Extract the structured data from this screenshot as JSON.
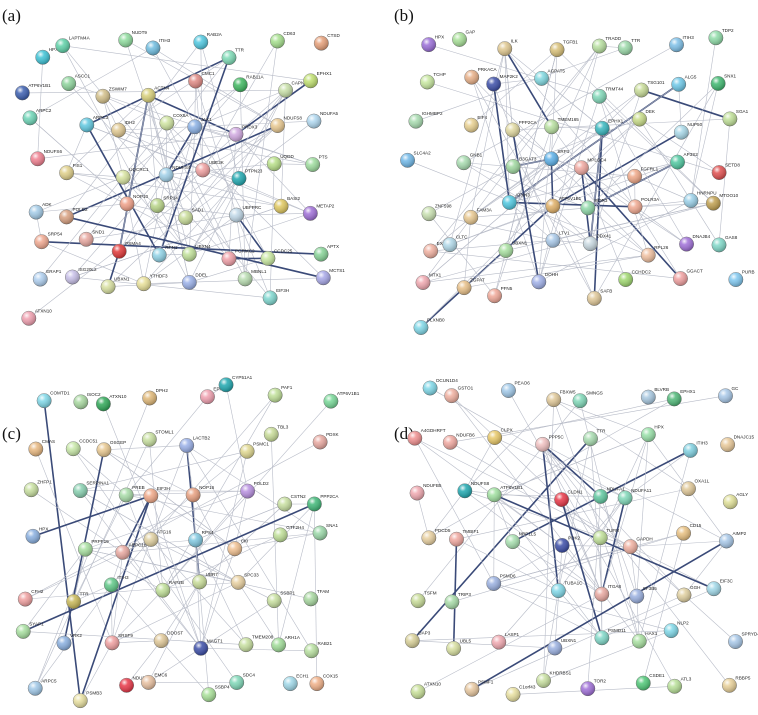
{
  "panels": [
    {
      "id": "a",
      "label": "(a)",
      "nodes": [
        {
          "name": "HPX",
          "color": "#3ec3d6"
        },
        {
          "name": "LAPTM4A",
          "color": "#5fd1a8"
        },
        {
          "name": "NUDT9",
          "color": "#8fdc9e"
        },
        {
          "name": "ITIH3",
          "color": "#6fbde0"
        },
        {
          "name": "RAB2A",
          "color": "#50c8e0"
        },
        {
          "name": "TTR",
          "color": "#7edbb6"
        },
        {
          "name": "CD63",
          "color": "#a6e08e"
        },
        {
          "name": "CTSD",
          "color": "#e6a07a"
        },
        {
          "name": "ATP6V1B1",
          "color": "#3c5fb0"
        },
        {
          "name": "ASCC1",
          "color": "#8ed49c"
        },
        {
          "name": "ZSWIM7",
          "color": "#d3c08a"
        },
        {
          "name": "ACTN4",
          "color": "#d8d07a"
        },
        {
          "name": "CMC1",
          "color": "#e08a84"
        },
        {
          "name": "RAB11A",
          "color": "#40b860"
        },
        {
          "name": "CAPNS1",
          "color": "#c8e0a8"
        },
        {
          "name": "EPHX1",
          "color": "#c0e070"
        },
        {
          "name": "ARPC2",
          "color": "#6fd6b8"
        },
        {
          "name": "ARPC3",
          "color": "#60c8e0"
        },
        {
          "name": "IDH2",
          "color": "#e0c890"
        },
        {
          "name": "COX5A",
          "color": "#cfe4a0"
        },
        {
          "name": "JAK1",
          "color": "#8ab0e4"
        },
        {
          "name": "PRDX3",
          "color": "#d0a8e0"
        },
        {
          "name": "NDUFS8",
          "color": "#e8c890"
        },
        {
          "name": "NDUFA5",
          "color": "#b0d8f0"
        },
        {
          "name": "NDUFS6",
          "color": "#f08090"
        },
        {
          "name": "FIS1",
          "color": "#e0d08a"
        },
        {
          "name": "UQCRC1",
          "color": "#d8e4a0"
        },
        {
          "name": "NDUFS4",
          "color": "#a0d0e8"
        },
        {
          "name": "UBE2K",
          "color": "#f0a0a0"
        },
        {
          "name": "PTPN23",
          "color": "#20a8b0"
        },
        {
          "name": "UQDD",
          "color": "#b8e088"
        },
        {
          "name": "PTS",
          "color": "#9edc9e"
        },
        {
          "name": "ADK",
          "color": "#a4cce8"
        },
        {
          "name": "POLD2",
          "color": "#d8a080"
        },
        {
          "name": "NOP10",
          "color": "#f0a088"
        },
        {
          "name": "SRP14",
          "color": "#b8d488"
        },
        {
          "name": "SAD1",
          "color": "#c8dc98"
        },
        {
          "name": "UBFPRC",
          "color": "#c0d8e8"
        },
        {
          "name": "BASI2",
          "color": "#e0c860"
        },
        {
          "name": "METAP2",
          "color": "#a070d8"
        },
        {
          "name": "SRP54",
          "color": "#f0a890"
        },
        {
          "name": "SND1",
          "color": "#e8a8a0"
        },
        {
          "name": "PSMA4",
          "color": "#e03838"
        },
        {
          "name": "RPN1",
          "color": "#8fd2e6"
        },
        {
          "name": "UBXN4",
          "color": "#c0e098"
        },
        {
          "name": "PGRMC2",
          "color": "#f0a0a8"
        },
        {
          "name": "CCDC25",
          "color": "#c8e8a0"
        },
        {
          "name": "APTX",
          "color": "#88d498"
        },
        {
          "name": "ERAP1",
          "color": "#b0d0f0"
        },
        {
          "name": "ISG20L2",
          "color": "#c8c0e8"
        },
        {
          "name": "UBXN1",
          "color": "#d8e0a0"
        },
        {
          "name": "YTHDF3",
          "color": "#e8e098"
        },
        {
          "name": "DDEL",
          "color": "#9ab0e8"
        },
        {
          "name": "MBNL1",
          "color": "#b8dcb0"
        },
        {
          "name": "EIF3H",
          "color": "#80d8d0"
        },
        {
          "name": "MCTS1",
          "color": "#a8a8e8"
        },
        {
          "name": "ATXN10",
          "color": "#f0a0b0"
        }
      ]
    },
    {
      "id": "b",
      "label": "(b)",
      "nodes": [
        {
          "name": "HPX",
          "color": "#9a6ed8"
        },
        {
          "name": "GAP",
          "color": "#a8e098"
        },
        {
          "name": "ILK",
          "color": "#e0c890"
        },
        {
          "name": "TGFB1",
          "color": "#d8c078"
        },
        {
          "name": "TRADD",
          "color": "#b8e0a0"
        },
        {
          "name": "TTR",
          "color": "#9ad8a8"
        },
        {
          "name": "ITIH3",
          "color": "#7ec0e8"
        },
        {
          "name": "TDP2",
          "color": "#8fdca8"
        },
        {
          "name": "TCHP",
          "color": "#c8e8a0"
        },
        {
          "name": "PRKACA",
          "color": "#e8b088"
        },
        {
          "name": "MAP2K2",
          "color": "#3c4ea8"
        },
        {
          "name": "AGPAT5",
          "color": "#80d8e0"
        },
        {
          "name": "TRMT44",
          "color": "#80d8b8"
        },
        {
          "name": "TSG101",
          "color": "#c8dc98"
        },
        {
          "name": "ALG5",
          "color": "#6ec8e8"
        },
        {
          "name": "SNX1",
          "color": "#40b870"
        },
        {
          "name": "IGHMBP2",
          "color": "#a8dcb0"
        },
        {
          "name": "EIF4",
          "color": "#e8d090"
        },
        {
          "name": "PPP2CA",
          "color": "#e0d8a0"
        },
        {
          "name": "TMEM165",
          "color": "#b8e0a0"
        },
        {
          "name": "EPHX1",
          "color": "#38b8c0"
        },
        {
          "name": "DEK",
          "color": "#c8dc88"
        },
        {
          "name": "NUP50",
          "color": "#a8d8e8"
        },
        {
          "name": "SGA1",
          "color": "#c0e098"
        },
        {
          "name": "SLC4A2",
          "color": "#70b8e8"
        },
        {
          "name": "GNB1",
          "color": "#a8dcb0"
        },
        {
          "name": "B3GAT3",
          "color": "#a0d8a0"
        },
        {
          "name": "SRP1",
          "color": "#5cb0e8"
        },
        {
          "name": "MPLOC4",
          "color": "#f0a8a0"
        },
        {
          "name": "FGFRL1",
          "color": "#f0a888"
        },
        {
          "name": "AP3S2",
          "color": "#50c8a0"
        },
        {
          "name": "SETD8",
          "color": "#e05050"
        },
        {
          "name": "ZNF598",
          "color": "#c8e0b0"
        },
        {
          "name": "FAM3A",
          "color": "#e8c890"
        },
        {
          "name": "ATXN3",
          "color": "#50c8e0"
        },
        {
          "name": "ATP6V1B1",
          "color": "#e0b068"
        },
        {
          "name": "WDR3",
          "color": "#8fd8a8"
        },
        {
          "name": "POLR3A",
          "color": "#f0a890"
        },
        {
          "name": "HNRNPU",
          "color": "#9ad0e8"
        },
        {
          "name": "MTOO10",
          "color": "#c0a050"
        },
        {
          "name": "EXOSC",
          "color": "#f0b0a0"
        },
        {
          "name": "CLTC",
          "color": "#b0d8e8"
        },
        {
          "name": "UBXN1",
          "color": "#a8e0a0"
        },
        {
          "name": "LTV1",
          "color": "#a8c8e8"
        },
        {
          "name": "DDX41",
          "color": "#c8d8e0"
        },
        {
          "name": "RPL26",
          "color": "#f0c0a0"
        },
        {
          "name": "DNAJB4",
          "color": "#a070d8"
        },
        {
          "name": "GAS8",
          "color": "#80d8c8"
        },
        {
          "name": "MTX1",
          "color": "#f0a8b0"
        },
        {
          "name": "ZGPAT",
          "color": "#e8c088"
        },
        {
          "name": "PFN5",
          "color": "#f0a898"
        },
        {
          "name": "DOHH",
          "color": "#a0b0e8"
        },
        {
          "name": "SAFB",
          "color": "#e0c898"
        },
        {
          "name": "CCHDC2",
          "color": "#a0d870"
        },
        {
          "name": "GGACT",
          "color": "#f0a0a0"
        },
        {
          "name": "PURB",
          "color": "#80c8f0"
        },
        {
          "name": "PLXNB0",
          "color": "#80d8e8"
        }
      ]
    },
    {
      "id": "c",
      "label": "(c)",
      "nodes": [
        {
          "name": "COMTD1",
          "color": "#80d8e8"
        },
        {
          "name": "ISOC2",
          "color": "#a8d8a0"
        },
        {
          "name": "ATXN10",
          "color": "#30a858"
        },
        {
          "name": "DPH2",
          "color": "#e0b878"
        },
        {
          "name": "EPHX1",
          "color": "#f0a0b0"
        },
        {
          "name": "CYP51A1",
          "color": "#20a8b0"
        },
        {
          "name": "PAF1",
          "color": "#c0e098"
        },
        {
          "name": "ATP6V1B1",
          "color": "#78d898"
        },
        {
          "name": "CMAS",
          "color": "#e8b880"
        },
        {
          "name": "CCDC51",
          "color": "#c8e8a8"
        },
        {
          "name": "OSGEP",
          "color": "#e8c890"
        },
        {
          "name": "STOML1",
          "color": "#c8e0a0"
        },
        {
          "name": "LACTB2",
          "color": "#9ab0e8"
        },
        {
          "name": "PSMC1",
          "color": "#e0d890"
        },
        {
          "name": "TBL3",
          "color": "#c8dc98"
        },
        {
          "name": "PDXK",
          "color": "#e8a8a0"
        },
        {
          "name": "ZHFP1",
          "color": "#c8e0a0"
        },
        {
          "name": "SERPINA1",
          "color": "#88d0b0"
        },
        {
          "name": "PREB",
          "color": "#a8dca8"
        },
        {
          "name": "EIF3H",
          "color": "#f0a888"
        },
        {
          "name": "NOP16",
          "color": "#e8a080"
        },
        {
          "name": "POLD2",
          "color": "#b890e0"
        },
        {
          "name": "CSTN2",
          "color": "#c8e0a0"
        },
        {
          "name": "PPP2CA",
          "color": "#40b878"
        },
        {
          "name": "HPX",
          "color": "#8ab0e0"
        },
        {
          "name": "PRPF19",
          "color": "#a8e0a0"
        },
        {
          "name": "ARPC1B",
          "color": "#e8a8a0"
        },
        {
          "name": "ATG16",
          "color": "#e0d0a0"
        },
        {
          "name": "RPS4",
          "color": "#80c8e0"
        },
        {
          "name": "CKI",
          "color": "#f0c090"
        },
        {
          "name": "GTF2H4",
          "color": "#c0e098"
        },
        {
          "name": "SNA1",
          "color": "#9ad8a8"
        },
        {
          "name": "CFH2",
          "color": "#f0a0a0"
        },
        {
          "name": "TTR",
          "color": "#c8b858"
        },
        {
          "name": "ITIH3",
          "color": "#60c888"
        },
        {
          "name": "RAP2B",
          "color": "#c0e098"
        },
        {
          "name": "UBR7",
          "color": "#c8dc98"
        },
        {
          "name": "SPC33",
          "color": "#e8d0a0"
        },
        {
          "name": "SSBP1",
          "color": "#c8e0a0"
        },
        {
          "name": "TFAM",
          "color": "#a8d8a0"
        },
        {
          "name": "SYAP1",
          "color": "#a8e0a0"
        },
        {
          "name": "VRK2",
          "color": "#8ab0e0"
        },
        {
          "name": "SRSF9",
          "color": "#f0a0a0"
        },
        {
          "name": "DDOST",
          "color": "#e0c898"
        },
        {
          "name": "MAGT1",
          "color": "#3c4ea8"
        },
        {
          "name": "TMEM208",
          "color": "#c8e0a0"
        },
        {
          "name": "ARH1A",
          "color": "#a0dc98"
        },
        {
          "name": "RAB21",
          "color": "#b8e0a0"
        },
        {
          "name": "ARPC5",
          "color": "#a0c8e8"
        },
        {
          "name": "PSMB3",
          "color": "#e8e0a0"
        },
        {
          "name": "NDUFB8",
          "color": "#e83848"
        },
        {
          "name": "EMC6",
          "color": "#e8c0a0"
        },
        {
          "name": "SSBP4",
          "color": "#a8e098"
        },
        {
          "name": "SDC4",
          "color": "#80d8b8"
        },
        {
          "name": "ECH1",
          "color": "#a0d8e8"
        },
        {
          "name": "COX15",
          "color": "#f0b088"
        }
      ]
    },
    {
      "id": "d",
      "label": "(d)",
      "nodes": [
        {
          "name": "DCUN1D4",
          "color": "#80d8e8"
        },
        {
          "name": "GSTO1",
          "color": "#f0b0a0"
        },
        {
          "name": "PEAO6",
          "color": "#a0c8e8"
        },
        {
          "name": "FBXW5",
          "color": "#e0c898"
        },
        {
          "name": "SMNGS",
          "color": "#80d8b8"
        },
        {
          "name": "BLVRB",
          "color": "#a8c8e0"
        },
        {
          "name": "EPHX1",
          "color": "#50b878"
        },
        {
          "name": "GC",
          "color": "#a8c8e8"
        },
        {
          "name": "A4GDHRFT",
          "color": "#f09090"
        },
        {
          "name": "NDUFB6",
          "color": "#f0a8a0"
        },
        {
          "name": "CLPX",
          "color": "#e8c868"
        },
        {
          "name": "PPP5C",
          "color": "#f0c0c0"
        },
        {
          "name": "TTR",
          "color": "#a8dcb0"
        },
        {
          "name": "HPX",
          "color": "#98e0a8"
        },
        {
          "name": "ITIH3",
          "color": "#80d0e0"
        },
        {
          "name": "DNAJC15",
          "color": "#e8c898"
        },
        {
          "name": "NDUFB5",
          "color": "#f0a8b0"
        },
        {
          "name": "NDUFS8",
          "color": "#20a8b0"
        },
        {
          "name": "ATP6V1B1",
          "color": "#a0e0a0"
        },
        {
          "name": "CLDN1",
          "color": "#e83848"
        },
        {
          "name": "NDUFA1",
          "color": "#60c8a0"
        },
        {
          "name": "NDUFA11",
          "color": "#80d8b8"
        },
        {
          "name": "OXA1L",
          "color": "#e0c898"
        },
        {
          "name": "AGLY",
          "color": "#e0e098"
        },
        {
          "name": "PDCD5",
          "color": "#e8d0a0"
        },
        {
          "name": "TMBIF1",
          "color": "#f0a8a0"
        },
        {
          "name": "NRP1L5",
          "color": "#a8e0b0"
        },
        {
          "name": "PDK2",
          "color": "#3c4ea8"
        },
        {
          "name": "TUFM",
          "color": "#c0e098"
        },
        {
          "name": "GAPDH",
          "color": "#f0b0a0"
        },
        {
          "name": "CD15",
          "color": "#e8c080"
        },
        {
          "name": "AIMP2",
          "color": "#a8c8e8"
        },
        {
          "name": "TSFM",
          "color": "#c8dc98"
        },
        {
          "name": "TRIP3",
          "color": "#a8dca8"
        },
        {
          "name": "PSMD6",
          "color": "#9ab0e0"
        },
        {
          "name": "TUBA1C",
          "color": "#80d8e8"
        },
        {
          "name": "ITGA8",
          "color": "#e8a8a0"
        },
        {
          "name": "SF3B5",
          "color": "#9ab0e0"
        },
        {
          "name": "GGH",
          "color": "#e0d0a0"
        },
        {
          "name": "EIF3C",
          "color": "#a0d8e8"
        },
        {
          "name": "DAP3",
          "color": "#d8d098"
        },
        {
          "name": "UBL5",
          "color": "#d8e0a0"
        },
        {
          "name": "LASP1",
          "color": "#f0a8b0"
        },
        {
          "name": "UBXN1",
          "color": "#9ab0e0"
        },
        {
          "name": "PSMD11",
          "color": "#80d8c8"
        },
        {
          "name": "HAX1",
          "color": "#a8e0a0"
        },
        {
          "name": "NLP2",
          "color": "#80d8e8"
        },
        {
          "name": "SPRYD4",
          "color": "#a8c8e8"
        },
        {
          "name": "ATXN10",
          "color": "#c8e098"
        },
        {
          "name": "PSMF1",
          "color": "#e8c8a0"
        },
        {
          "name": "C1orf43",
          "color": "#e8e0a0"
        },
        {
          "name": "KHDRBS1",
          "color": "#c8e0a0"
        },
        {
          "name": "TOR2",
          "color": "#a070d8"
        },
        {
          "name": "CSDE1",
          "color": "#50c878"
        },
        {
          "name": "ATL3",
          "color": "#b8e098"
        },
        {
          "name": "RBBP5",
          "color": "#e8d098"
        }
      ]
    }
  ]
}
